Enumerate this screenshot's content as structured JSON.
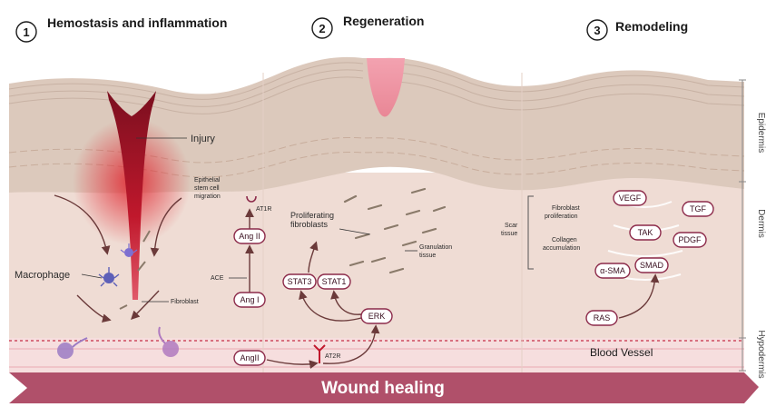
{
  "stages": [
    {
      "number": "1",
      "title": "Hemostasis and inflammation"
    },
    {
      "number": "2",
      "title": "Regeneration"
    },
    {
      "number": "3",
      "title": "Remodeling"
    }
  ],
  "layers": {
    "epidermis": "Epidermis",
    "dermis": "Dermis",
    "hypodermis": "Hypodermis"
  },
  "labels": {
    "injury": "Injury",
    "epithelial_line1": "Epithelial",
    "epithelial_line2": "stem cell",
    "epithelial_line3": "migration",
    "macrophage": "Macrophage",
    "fibroblast": "Fibroblast",
    "proliferating_line1": "Proliferating",
    "proliferating_line2": "fibroblasts",
    "granulation_line1": "Granulation",
    "granulation_line2": "tissue",
    "scar_line1": "Scar",
    "scar_line2": "tissue",
    "fibro_prolif_line1": "Fibroblast",
    "fibro_prolif_line2": "proliferation",
    "collagen_line1": "Collagen",
    "collagen_line2": "accumulation",
    "blood_vessel": "Blood Vessel",
    "ace": "ACE",
    "at1r": "AT1R",
    "at2r": "AT2R"
  },
  "molecules": {
    "ang2": "Ang II",
    "ang1": "Ang I",
    "stat3": "STAT3",
    "stat1": "STAT1",
    "erk": "ERK",
    "angii": "AngII",
    "vegf": "VEGF",
    "tgf": "TGF",
    "tak": "TAK",
    "pdgf": "PDGF",
    "smad": "SMAD",
    "asma": "α-SMA",
    "ras": "RAS"
  },
  "banner": "Wound healing",
  "colors": {
    "epidermis": "#dcc9bc",
    "dermis": "#efdcd4",
    "hypodermis": "#f6dede",
    "wound": "#b0132a",
    "banner": "#b0506a",
    "molecule_stroke": "#8c2a4a"
  }
}
